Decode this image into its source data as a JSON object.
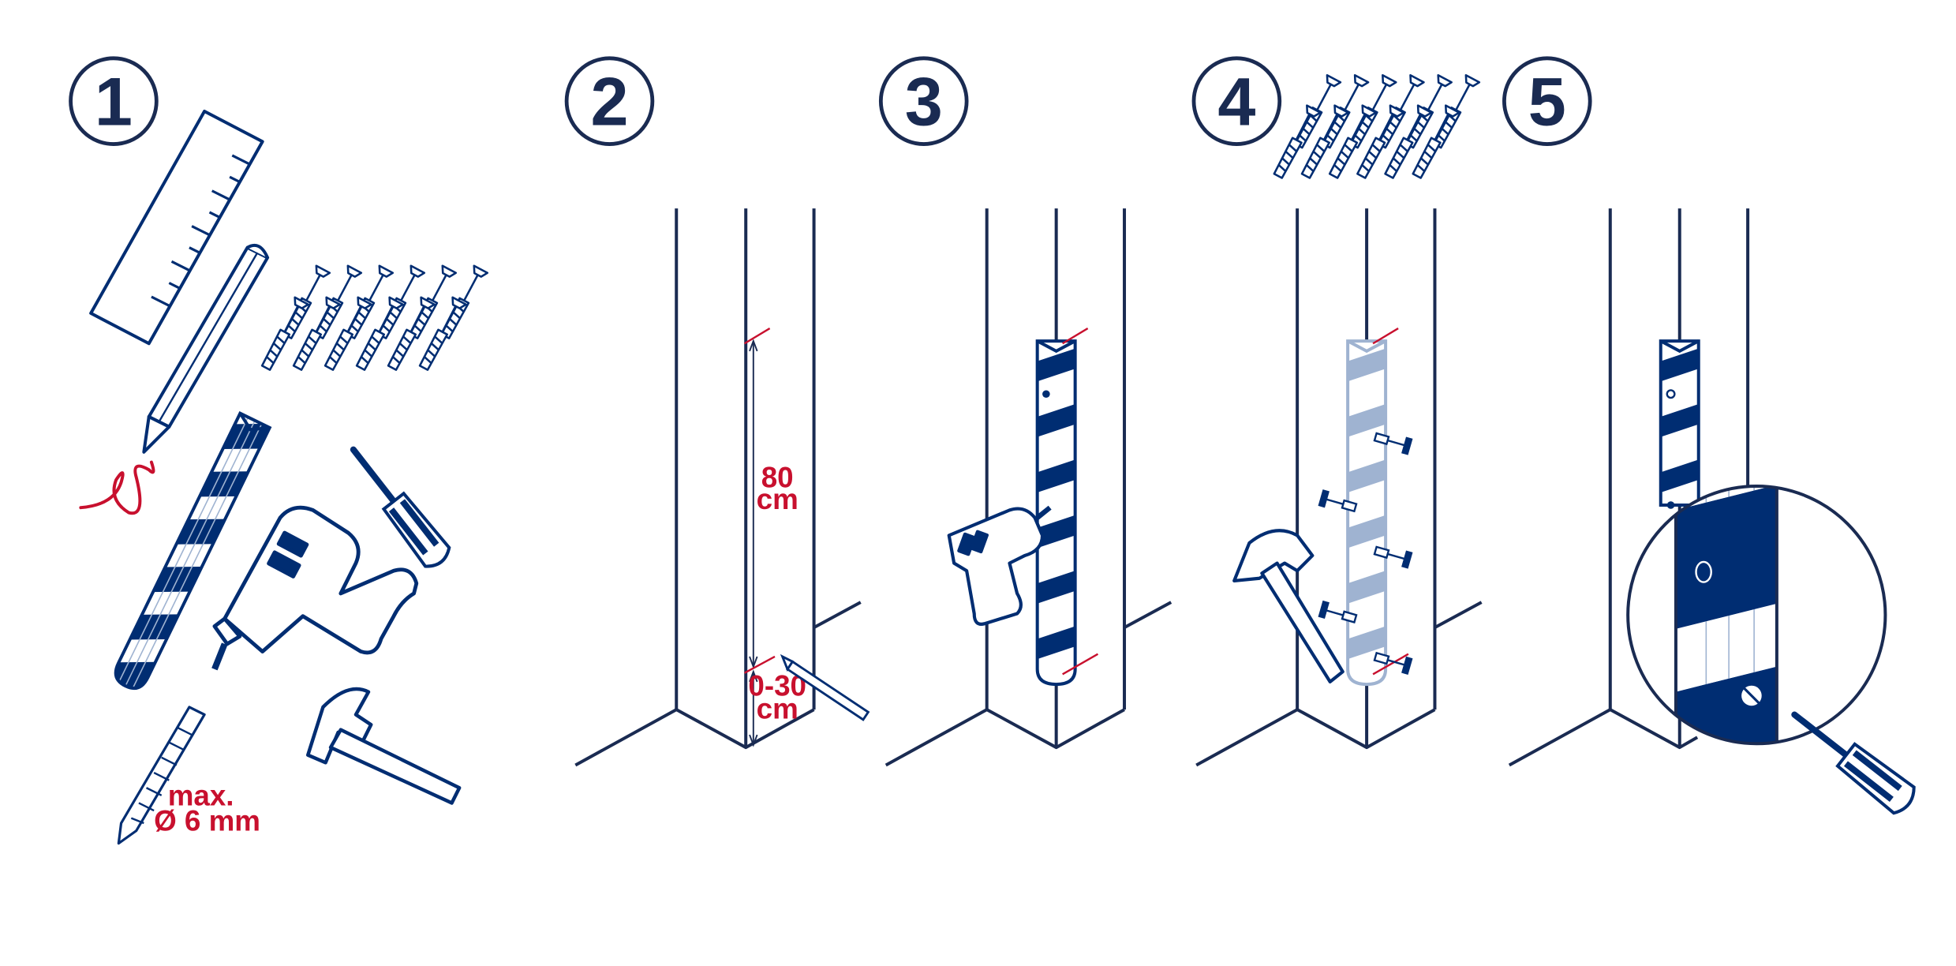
{
  "steps": [
    {
      "number": "1"
    },
    {
      "number": "2"
    },
    {
      "number": "3"
    },
    {
      "number": "4"
    },
    {
      "number": "5"
    }
  ],
  "step1": {
    "drill_bit_line1": "max.",
    "drill_bit_line2": "Ø 6 mm"
  },
  "step2": {
    "upper_value": "80",
    "upper_unit": "cm",
    "lower_value": "0-30",
    "lower_unit": "cm"
  },
  "colors": {
    "navy": "#002d72",
    "outline": "#1a2b52",
    "red": "#c8102e",
    "light_blue": "#9fb3d1"
  }
}
